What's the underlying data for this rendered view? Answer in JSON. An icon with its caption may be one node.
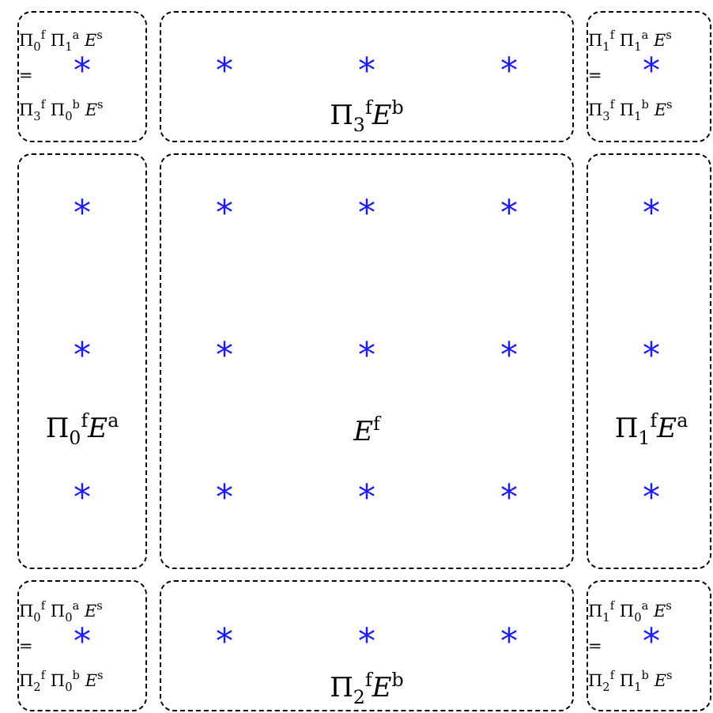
{
  "diagram": {
    "nodes": [
      {
        "text": [
          "Π$_{0}$$^{f}$ Π$_{1}$$^{a}$ *E*$^{s}$",
          "*",
          "=",
          "Π$_{3}$$^{f}$ Π$_{0}$$^{b}$ *E*$^{s}$"
        ]
      },
      {
        "text": [
          "*",
          "*",
          "*",
          "Π$_{3}$$^{f}$*E*$^{b}$"
        ]
      },
      {
        "text": [
          "Π$_{1}$$^{f}$ Π$_{1}$$^{a}$ *E*$^{s}$",
          "*",
          "=",
          "Π$_{3}$$^{f}$ Π$_{1}$$^{b}$ *E*$^{s}$"
        ]
      },
      {
        "text": [
          "*",
          "*",
          "Π$_{0}$$^{f}$*E*$^{a}$",
          "*"
        ]
      },
      {
        "text": [
          "*",
          "*",
          "*",
          "*",
          "*",
          "*",
          "*E*$^{f}$",
          "*",
          "*",
          "*"
        ]
      },
      {
        "text": [
          "*",
          "*",
          "Π$_{1}$$^{f}$*E*$^{a}$",
          "*"
        ]
      },
      {
        "text": [
          "Π$_{0}$$^{f}$ Π$_{0}$$^{a}$ *E*$^{s}$",
          "*",
          "=",
          "Π$_{2}$$^{f}$ Π$_{0}$$^{b}$ *E*$^{s}$"
        ]
      },
      {
        "text": [
          "*",
          "*",
          "*",
          "Π$_{2}$$^{f}$*E*$^{b}$"
        ]
      },
      {
        "text": [
          "Π$_{1}$$^{f}$ Π$_{0}$$^{a}$ *E*$^{s}$",
          "*",
          "=",
          "Π$_{2}$$^{f}$ Π$_{1}$$^{b}$ *E*$^{s}$"
        ]
      }
    ]
  }
}
